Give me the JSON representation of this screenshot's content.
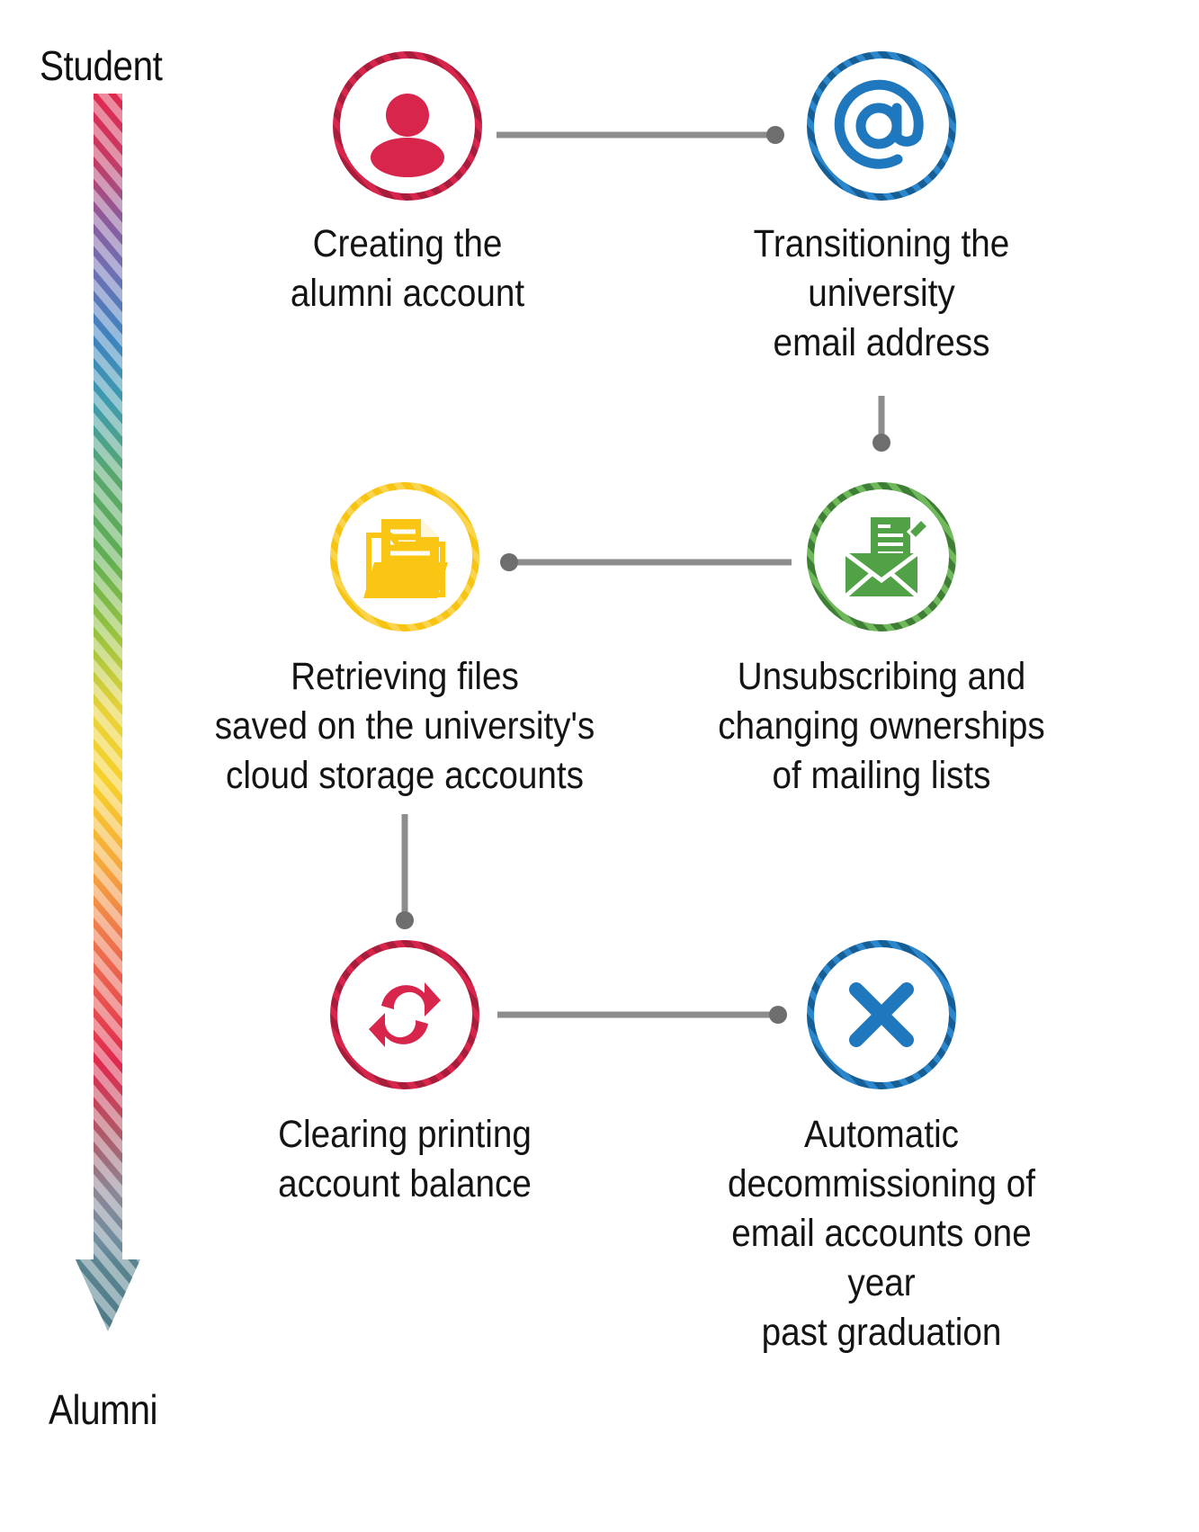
{
  "timeline": {
    "start_label": "Student",
    "end_label": "Alumni",
    "arrow_direction": "down",
    "gradient_stops": [
      "#E0294E",
      "#C63A63",
      "#8C5B9B",
      "#6E6FB4",
      "#3E83BF",
      "#3E9BAE",
      "#57A66E",
      "#5FAE52",
      "#97C23F",
      "#E8D239",
      "#F7D02A",
      "#F5A83C",
      "#EF7A4B",
      "#E8554F",
      "#E0294E",
      "#B05765",
      "#8C8796",
      "#6E8C9E",
      "#4E7A87"
    ],
    "arrowhead_color": "#52808E"
  },
  "nodes": [
    {
      "id": "creating-alumni-account",
      "icon": "person-icon",
      "color": "#D8254B",
      "caption": "Creating the\nalumni account",
      "caption_lines": [
        "Creating the",
        "alumni account"
      ]
    },
    {
      "id": "transitioning-email",
      "icon": "at-sign-icon",
      "color": "#1F78BE",
      "caption": "Transitioning the university email address",
      "caption_lines": [
        "Transitioning the",
        "university",
        "email address"
      ]
    },
    {
      "id": "retrieving-files",
      "icon": "folder-documents-icon",
      "color": "#FBC513",
      "caption": "Retrieving files saved on the university's cloud storage accounts",
      "caption_lines": [
        "Retrieving files",
        "saved on the university's",
        "cloud storage accounts"
      ]
    },
    {
      "id": "unsubscribing-mailing-lists",
      "icon": "envelope-edit-icon",
      "color": "#51A246",
      "caption": "Unsubscribing and changing ownerships of mailing lists",
      "caption_lines": [
        "Unsubscribing and",
        "changing ownerships",
        "of mailing lists"
      ]
    },
    {
      "id": "clearing-printing-balance",
      "icon": "refresh-cycle-icon",
      "color": "#D8254B",
      "caption": "Clearing printing account balance",
      "caption_lines": [
        "Clearing printing",
        "account balance"
      ]
    },
    {
      "id": "automatic-decommissioning",
      "icon": "x-close-icon",
      "color": "#1F78BE",
      "caption": "Automatic decommissioning of email accounts one year past graduation",
      "caption_lines": [
        "Automatic",
        "decommissioning of",
        "email accounts one year",
        "past graduation"
      ]
    }
  ],
  "connectors": [
    {
      "from": "creating-alumni-account",
      "to": "transitioning-email",
      "orientation": "horizontal",
      "color": "#8D8D8D"
    },
    {
      "from": "transitioning-email",
      "to": "unsubscribing-mailing-lists",
      "orientation": "vertical",
      "color": "#8D8D8D"
    },
    {
      "from": "retrieving-files",
      "to": "unsubscribing-mailing-lists",
      "orientation": "horizontal",
      "color": "#8D8D8D"
    },
    {
      "from": "retrieving-files",
      "to": "clearing-printing-balance",
      "orientation": "vertical",
      "color": "#8D8D8D"
    },
    {
      "from": "clearing-printing-balance",
      "to": "automatic-decommissioning",
      "orientation": "horizontal",
      "color": "#8D8D8D"
    }
  ]
}
